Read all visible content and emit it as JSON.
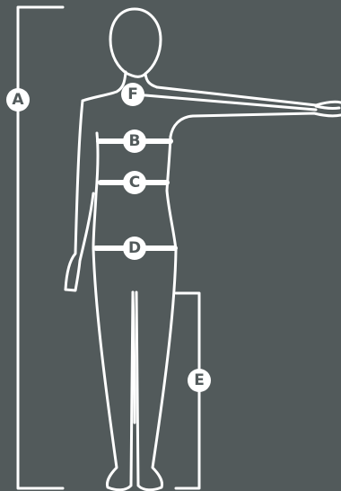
{
  "colors": {
    "background": "#525a5b",
    "line": "#ffffff",
    "badge_fill": "#ffffff",
    "badge_text": "#525a5b"
  },
  "markers": {
    "a": "A",
    "b": "B",
    "c": "C",
    "d": "D",
    "e": "E",
    "f": "F"
  }
}
